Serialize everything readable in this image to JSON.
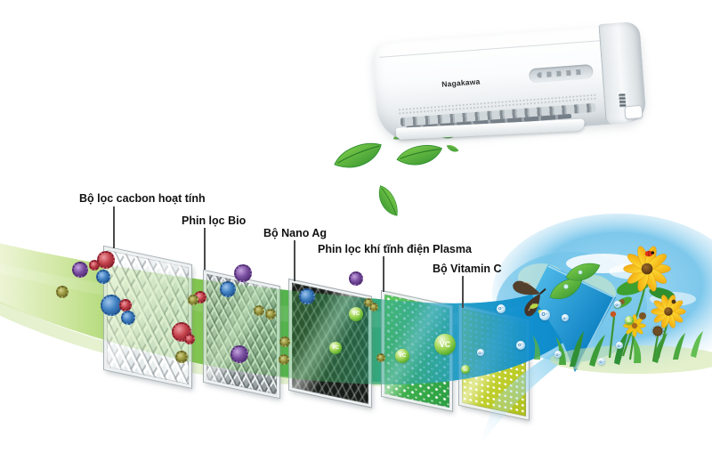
{
  "scene": {
    "description": "air-purification-filter-diagram"
  },
  "ac_unit": {
    "brand_logo": "Nagakawa"
  },
  "filter_labels": [
    "Bộ lọc cacbon hoạt tính",
    "Phin lọc Bio",
    "Bộ Nano Ag",
    "Phin lọc khí tĩnh điện Plasma",
    "Bộ Vitamin C"
  ],
  "spheres": {
    "vitamin": "VC",
    "ion": "O⁻"
  },
  "colors": {
    "swoosh_pale_green": "#dcedba",
    "swoosh_green": "#55b54a",
    "swoosh_teal": "#35a877",
    "arrow_blue": "#1190cf",
    "filter_carbon": "#eef1f1",
    "filter_bio": "#a7aeb0",
    "filter_nano_black": "#181c18",
    "filter_plasma_green": "#3cb24a",
    "filter_vitamin_yellow": "#c9d62f",
    "label_text": "#111111"
  }
}
